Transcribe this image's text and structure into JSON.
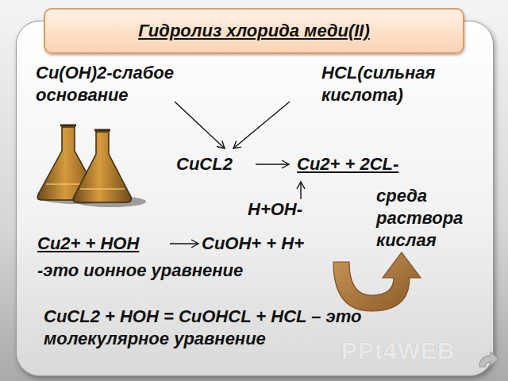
{
  "diagram": {
    "nodes": [
      {
        "text": [
          "Гидролиз хлорида меди(II)"
        ]
      }
    ],
    "labels": [
      "Cu(OH)2-слабое основание",
      "HCL(сильная кислота)",
      "CuCL2",
      "Cu2+ + 2CL-",
      "H+OH-",
      "среда раствора кислая",
      "Cu2+ + HOH",
      "CuOH+ + H+",
      "-это ионное уравнение",
      "CuCL2 + HOH = CuOHCL + HCL – это молекулярное уравнение",
      "PPt4WEB"
    ]
  }
}
